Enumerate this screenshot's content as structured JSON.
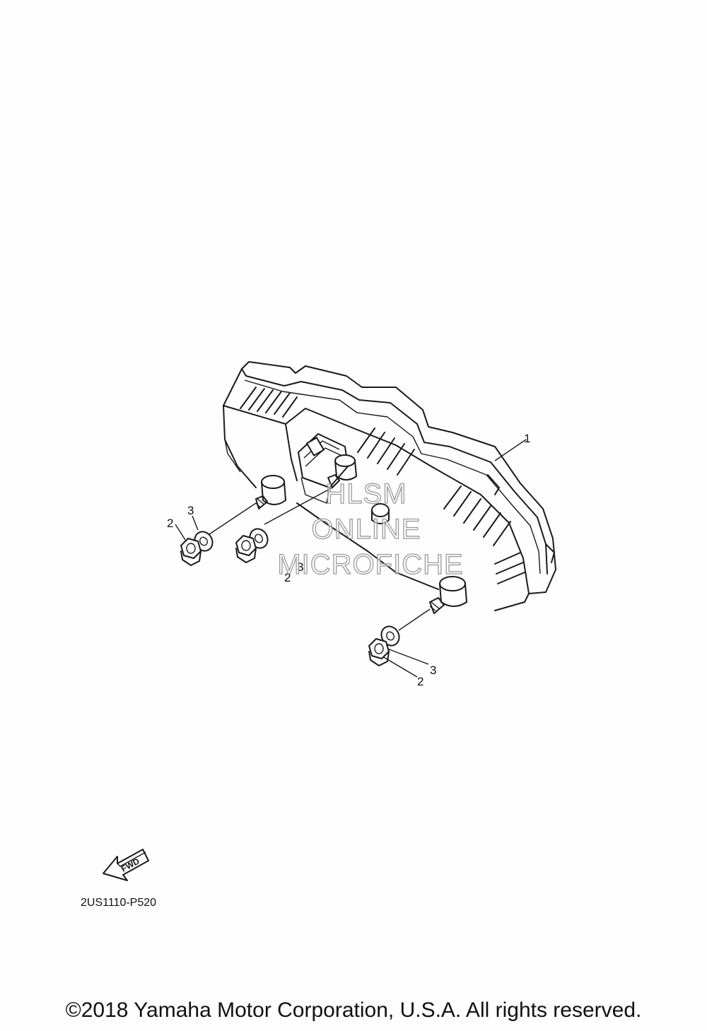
{
  "callouts": {
    "meter_assembly": "1",
    "nut_left": "2",
    "washer_left": "3",
    "nut_middle": "2",
    "washer_middle": "3",
    "nut_bottom": "2",
    "washer_bottom": "3"
  },
  "watermark": {
    "line1": "HLSM",
    "line2": "ONLINE",
    "line3": "MICROFICHE"
  },
  "fwd_label": "FWD",
  "part_code": "2US1110-P520",
  "copyright": "©2018 Yamaha Motor Corporation, U.S.A. All rights reserved."
}
